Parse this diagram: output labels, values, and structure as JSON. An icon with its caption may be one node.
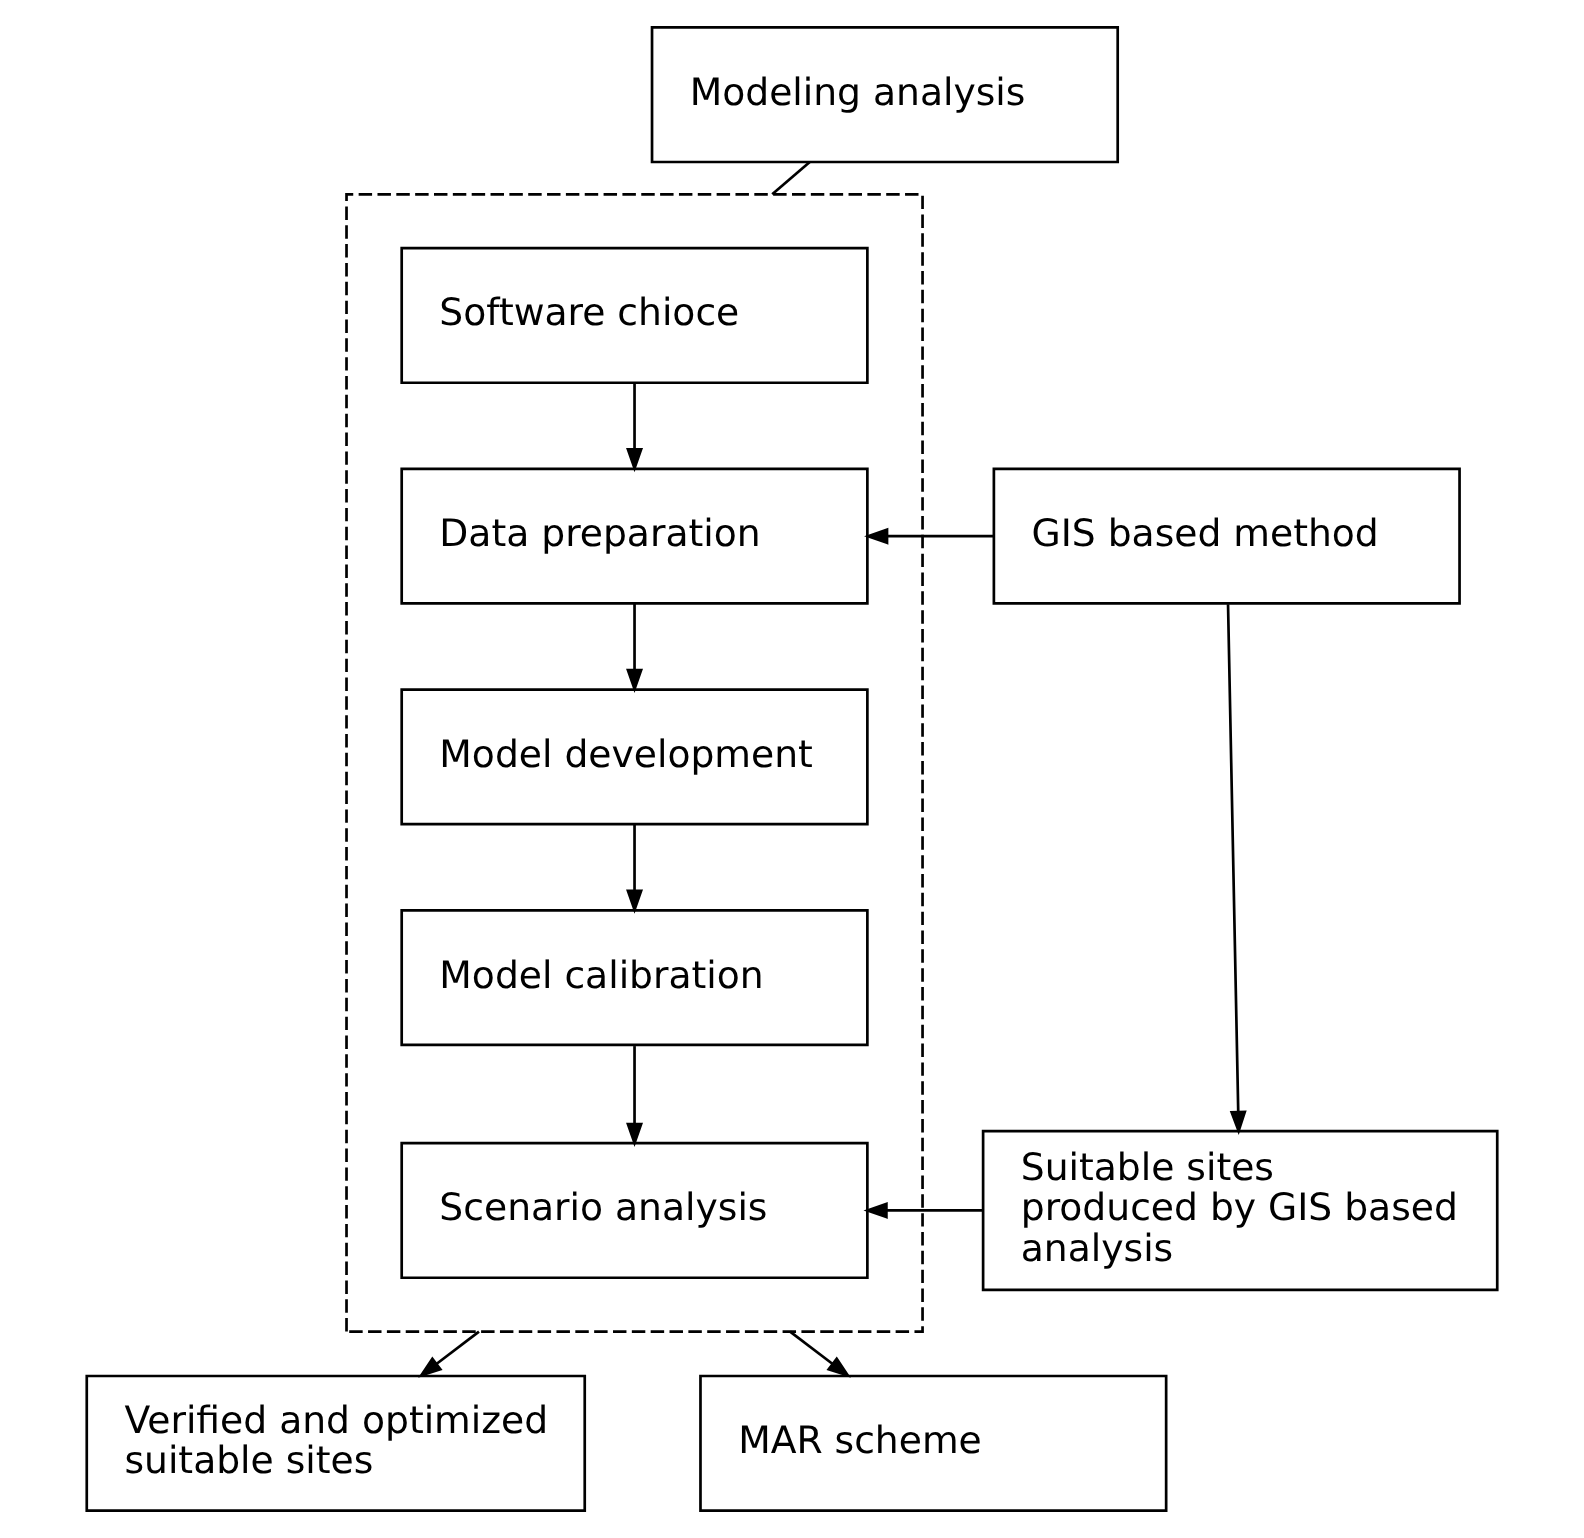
{
  "diagram": {
    "nodes": [
      {
        "text": [
          "Modeling analysis"
        ]
      },
      {
        "text": [],
        "shape": "box"
      },
      {
        "text": [
          "Software chioce"
        ],
        "in": 1
      },
      {
        "text": [
          "Data preparation"
        ],
        "in": 1
      },
      {
        "text": [
          "Model development"
        ],
        "in": 1
      },
      {
        "text": [
          "Model calibration"
        ],
        "in": 1
      },
      {
        "text": [
          "Scenario analysis"
        ],
        "in": 1
      },
      {
        "text": [
          "GIS based method"
        ]
      },
      {
        "text": [
          "Suitable sites produced by GIS based analysis"
        ]
      },
      {
        "text": [
          "Verified and optimized suitable sites"
        ]
      },
      {
        "text": [
          "MAR scheme"
        ]
      }
    ],
    "edges": [
      {
        "from": 0,
        "to": 1,
        "arrow": "none"
      },
      {
        "from": 2,
        "to": 3,
        "arrow": "to"
      },
      {
        "from": 3,
        "to": 4,
        "arrow": "to"
      },
      {
        "from": 4,
        "to": 5,
        "arrow": "to"
      },
      {
        "from": 5,
        "to": 6,
        "arrow": "to"
      },
      {
        "from": 7,
        "to": 3,
        "arrow": "to"
      },
      {
        "from": 7,
        "to": 8,
        "arrow": "to"
      },
      {
        "from": 8,
        "to": 6,
        "arrow": "to"
      },
      {
        "from": 1,
        "to": 9,
        "arrow": "to"
      },
      {
        "from": 1,
        "to": 10,
        "arrow": "to"
      }
    ]
  }
}
